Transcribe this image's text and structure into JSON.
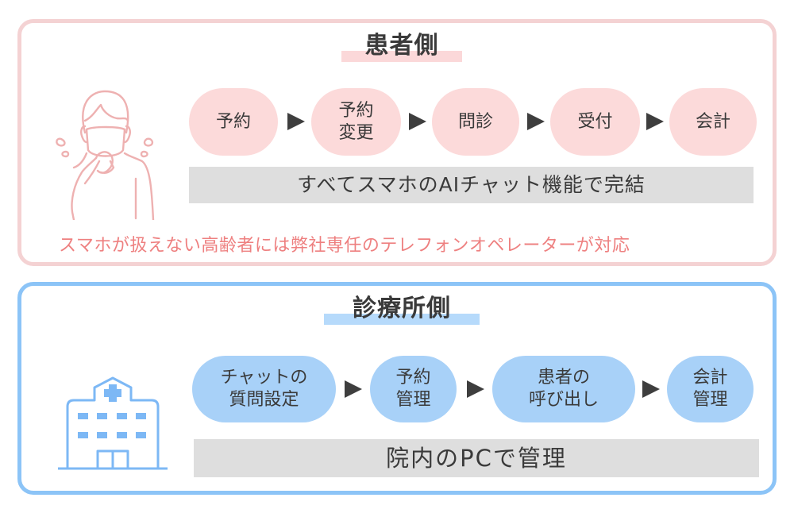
{
  "colors": {
    "patient_border": "#f4d2d3",
    "patient_accent": "#fbd8d9",
    "patient_pill": "#fcdada",
    "patient_note": "#ee8080",
    "clinic_border": "#8cc4f7",
    "clinic_accent": "#b6dafb",
    "clinic_pill": "#a8d1f8",
    "bar_bg": "#dedede",
    "text": "#3a3a3a"
  },
  "patient": {
    "title": "患者側",
    "illustration": "masked-person-coughing-icon",
    "steps": [
      {
        "label": "予約"
      },
      {
        "label": "予約\n変更"
      },
      {
        "label": "問診"
      },
      {
        "label": "受付"
      },
      {
        "label": "会計"
      }
    ],
    "summary": "すべてスマホのAIチャット機能で完結",
    "note": "スマホが扱えない高齢者には弊社専任のテレフォンオペレーターが対応"
  },
  "clinic": {
    "title": "診療所側",
    "illustration": "hospital-building-icon",
    "steps": [
      {
        "label": "チャットの\n質問設定"
      },
      {
        "label": "予約\n管理"
      },
      {
        "label": "患者の\n呼び出し"
      },
      {
        "label": "会計\n管理"
      }
    ],
    "summary": "院内のPCで管理"
  }
}
